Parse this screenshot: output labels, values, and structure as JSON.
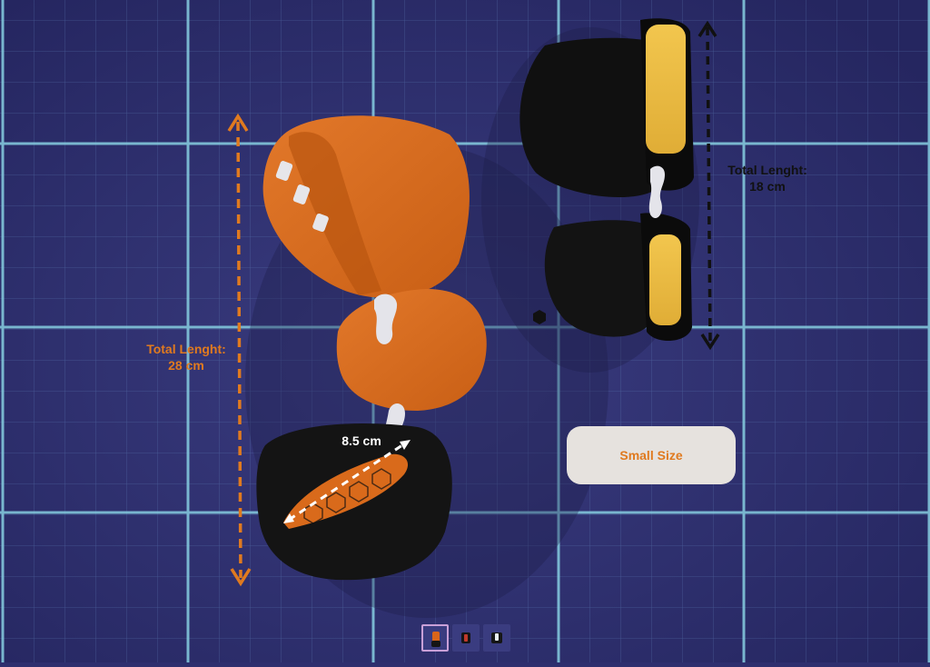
{
  "scene": {
    "large_item": {
      "length_label_line1": "Total Lenght:",
      "length_label_line2": "28 cm",
      "width_label": "8.5 cm"
    },
    "small_item": {
      "length_label_line1": "Total Lenght:",
      "length_label_line2": "18 cm"
    },
    "size_badge": "Small Size"
  },
  "thumbnails": [
    {
      "name": "view-1",
      "active": true
    },
    {
      "name": "view-2",
      "active": false
    },
    {
      "name": "view-3",
      "active": false
    }
  ],
  "colors": {
    "background": "#2e2f6e",
    "grid": "#7fc3d9",
    "accent_orange": "#e07a1f",
    "product_black": "#141414",
    "pad_yellow": "#f0c248"
  }
}
